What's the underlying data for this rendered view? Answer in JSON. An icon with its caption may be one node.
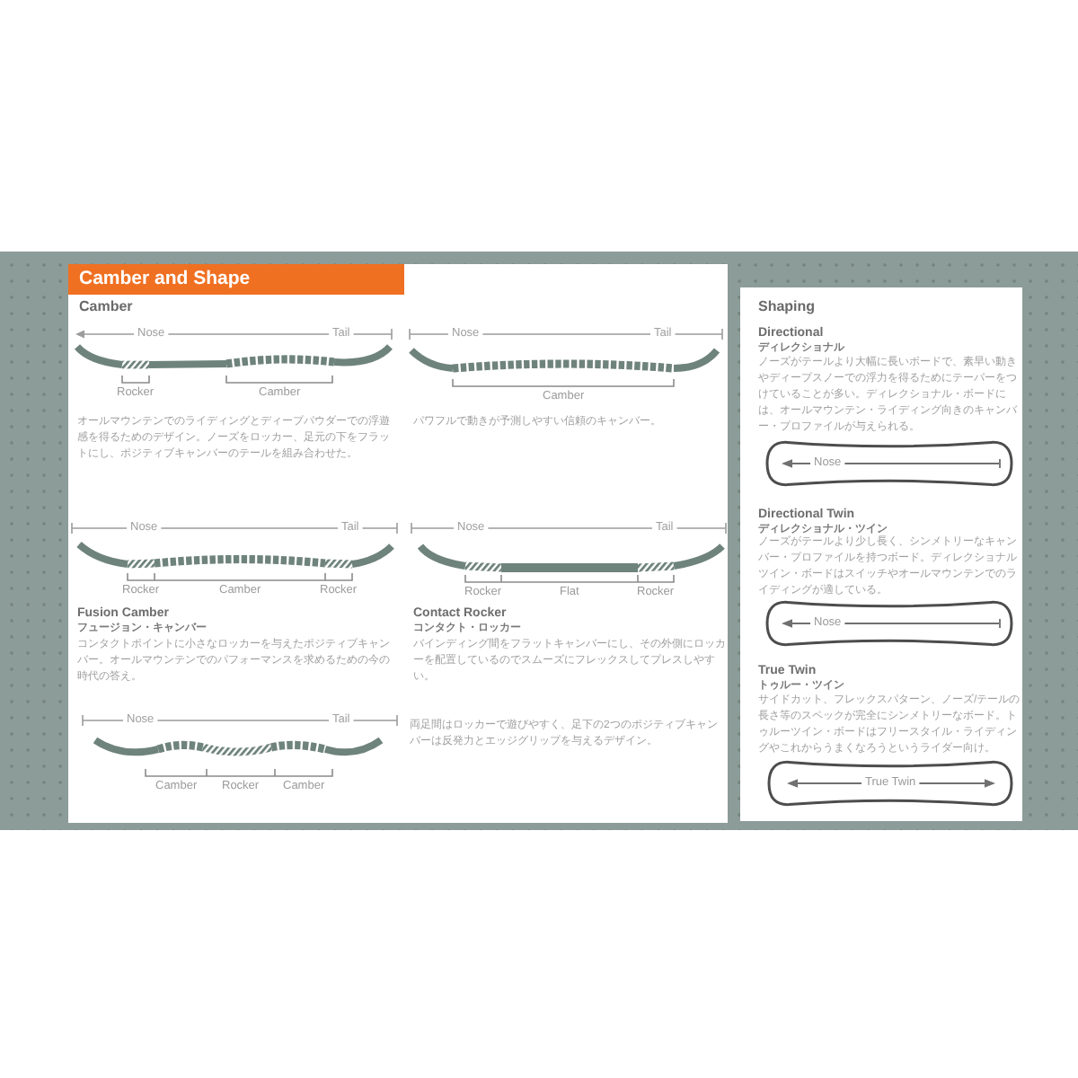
{
  "diagram": {
    "title": "Camber and Shape",
    "nodes": [
      {
        "text": [
          "Camber"
        ]
      },
      {
        "text": [
          "Shaping"
        ]
      },
      {
        "text": [
          "Nose"
        ],
        "in": 1
      },
      {
        "text": [
          "Nose"
        ],
        "in": 1
      },
      {
        "text": [
          "True Twin"
        ],
        "in": 1
      }
    ],
    "labels": [
      "Nose",
      "Tail",
      "Rocker",
      "Camber",
      "オールマウンテンでのライディングとディープパウダーでの浮遊感を得るためのデザイン。ノーズをロッカー、足元の下をフラットにし、ポジティブキャンバーのテールを組み合わせた。",
      "Nose",
      "Tail",
      "Camber",
      "パワフルで動きが予測しやすい信頼のキャンバー。",
      "Nose",
      "Tail",
      "Rocker",
      "Camber",
      "Rocker",
      "Fusion Camber",
      "フュージョン・キャンバー",
      "コンタクトポイントに小さなロッカーを与えたポジティブキャンバー。オールマウンテンでのパフォーマンスを求めるための今の時代の答え。",
      "Nose",
      "Tail",
      "Rocker",
      "Flat",
      "Rocker",
      "Contact Rocker",
      "コンタクト・ロッカー",
      "バインディング間をフラットキャンバーにし、その外側にロッカーを配置しているのでスムーズにフレックスしてプレスしやすい。",
      "Nose",
      "Tail",
      "Camber",
      "Rocker",
      "Camber",
      "両足間はロッカーで遊びやすく、足下の2つのポジティブキャンバーは反発力とエッジグリップを与えるデザイン。",
      "Directional",
      "ディレクショナル",
      "ノーズがテールより大幅に長いボードで、素早い動きやディープスノーでの浮力を得るためにテーパーをつけていることが多い。ディレクショナル・ボードには、オールマウンテン・ライディング向きのキャンバー・プロファイルが与えられる。",
      "Directional Twin",
      "ディレクショナル・ツイン",
      "ノーズがテールより少し長く、シンメトリーなキャンバー・プロファイルを持つボード。ディレクショナルツイン・ボードはスイッチやオールマウンテンでのライディングが適している。",
      "True Twin",
      "トゥルー・ツイン",
      "サイドカット、フレックスパターン、ノーズ/テールの長さ等のスペックが完全にシンメトリーなボード。トゥルーツイン・ボードはフリースタイル・ライディングやこれからうまくなろうというライダー向け。"
    ]
  }
}
